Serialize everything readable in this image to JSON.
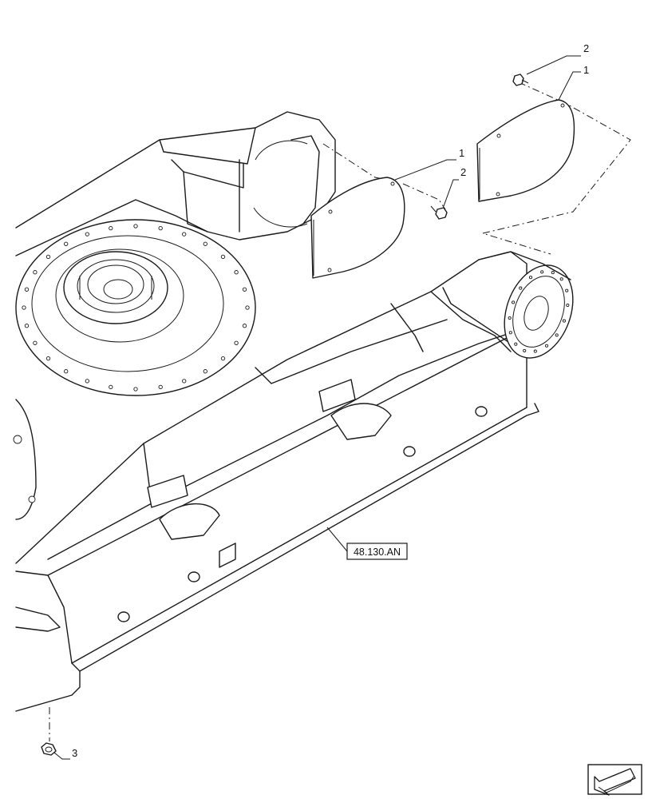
{
  "callouts": {
    "c1a": "1",
    "c1b": "1",
    "c2a": "2",
    "c2b": "2",
    "c3": "3"
  },
  "reference": {
    "label": "48.130.AN"
  },
  "icons": {
    "corner": "next-page-arrow-icon"
  }
}
